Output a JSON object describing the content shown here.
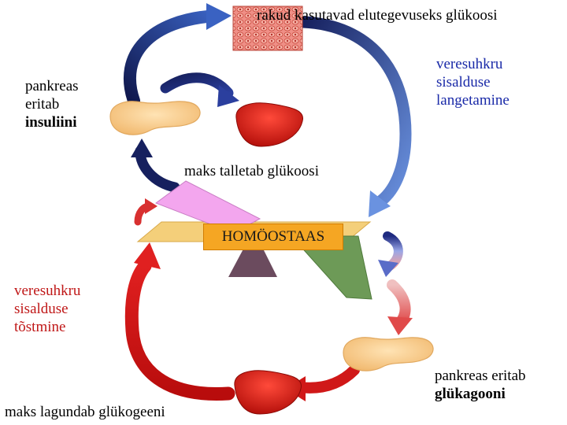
{
  "labels": {
    "top": "rakud kasutavad elutegevuseks glükoosi",
    "pancreas_insulin_line1": "pankreas",
    "pancreas_insulin_line2": "eritab",
    "pancreas_insulin_bold": "insuliini",
    "decrease": "veresuhkru\nsisalduse\nlangetamine",
    "liver_store": "maks talletab glükoosi",
    "homeostasis": "HOMÖOSTAAS",
    "increase": "veresuhkru\nsisalduse\ntõstmine",
    "pancreas_glucagon_line1": "pankreas eritab",
    "pancreas_glucagon_bold": "glükagooni",
    "liver_break": "maks lagundab glükogeeni"
  },
  "colors": {
    "blue_dark": "#16205e",
    "blue_light": "#5b86d8",
    "red_dark": "#c41010",
    "red_light": "#f2a0a0",
    "pancreas": "#f7c889",
    "liver": "#d8241a",
    "homeostasis_box": "#f5a623",
    "pink_plank": "#f3a6ee",
    "green_plank": "#6d9a57",
    "tan_plank": "#f4cf7a"
  },
  "icons": [
    "muscle-tissue-icon",
    "pancreas-icon",
    "liver-icon",
    "seesaw-icon"
  ]
}
